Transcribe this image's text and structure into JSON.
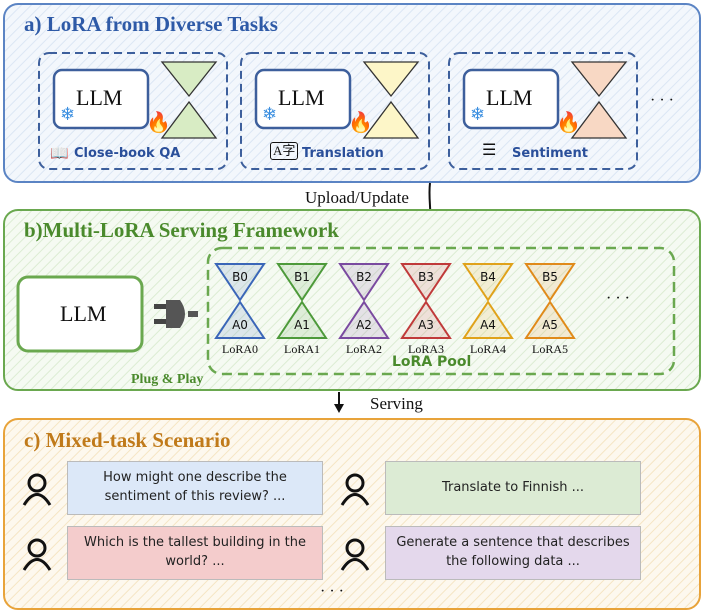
{
  "panel_a": {
    "title": "a) LoRA from Diverse Tasks",
    "llm": "LLM",
    "tasks": [
      "Close-book QA",
      "Translation",
      "Sentiment"
    ],
    "ellipsis": "· · ·"
  },
  "upload_label": "Upload/Update",
  "panel_b": {
    "title": "b)Multi-LoRA Serving Framework",
    "llm": "LLM",
    "plug_label": "Plug & Play",
    "pool_label": "LoRA Pool",
    "ellipsis": "· · ·",
    "loras": [
      {
        "b": "B0",
        "a": "A0",
        "name": "LoRA0",
        "color": "#3a66b8"
      },
      {
        "b": "B1",
        "a": "A1",
        "name": "LoRA1",
        "color": "#4d9a3a"
      },
      {
        "b": "B2",
        "a": "A2",
        "name": "LoRA2",
        "color": "#7a4aa0"
      },
      {
        "b": "B3",
        "a": "A3",
        "name": "LoRA3",
        "color": "#c03a3a"
      },
      {
        "b": "B4",
        "a": "A4",
        "name": "LoRA4",
        "color": "#e0a21a"
      },
      {
        "b": "B5",
        "a": "A5",
        "name": "LoRA5",
        "color": "#e08a1a"
      }
    ]
  },
  "serving_label": "Serving",
  "panel_c": {
    "title": "c) Mixed-task Scenario",
    "requests": [
      "How might one describe the sentiment of this review? ...",
      "Translate to Finnish ...",
      "Which is the tallest building in the world? ...",
      "Generate a sentence that describes the following data ..."
    ],
    "ellipsis": "· · ·"
  },
  "colors": {
    "panel_a": "#5b84c4",
    "panel_b": "#6aa84f",
    "panel_c": "#e8a33a",
    "frozen": "#3b8fe0",
    "fire": "#f08020"
  }
}
